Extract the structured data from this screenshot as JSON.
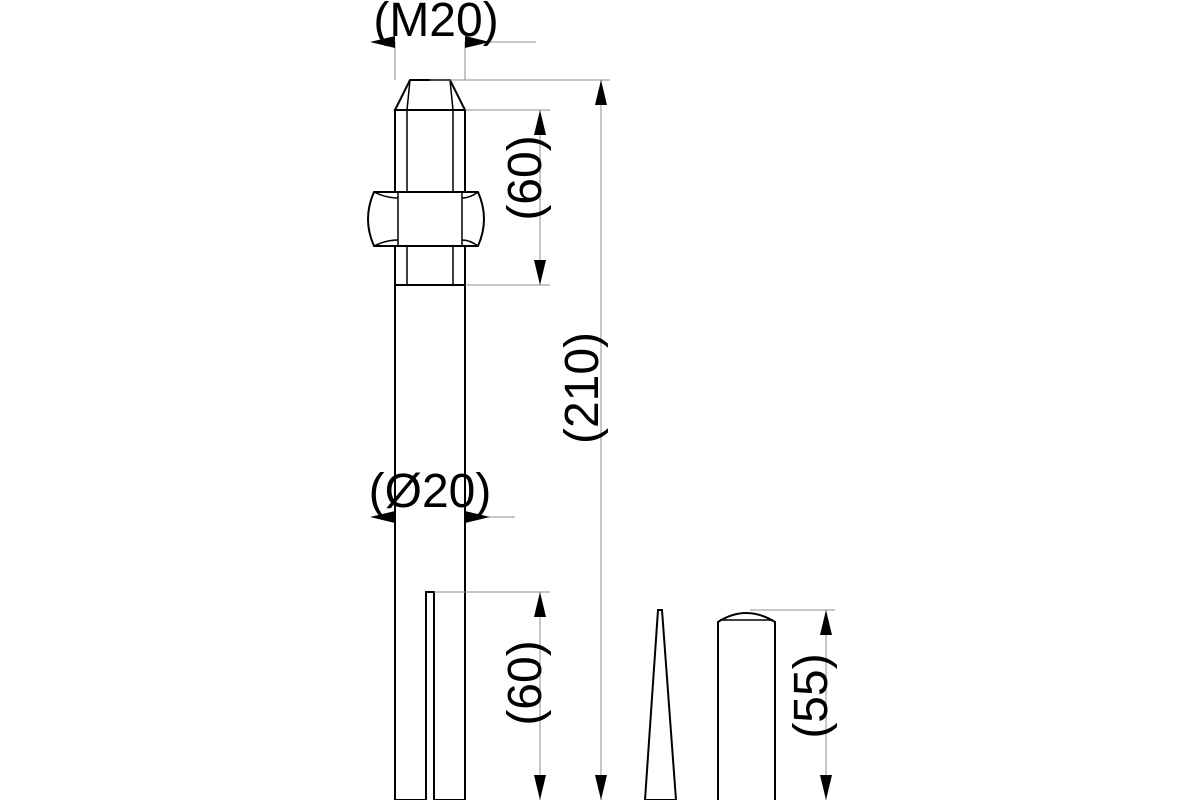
{
  "drawing": {
    "dimensions": {
      "thread": "(M20)",
      "thread_length": "(60)",
      "total_length": "(210)",
      "diameter": "(Ø20)",
      "slot_length": "(60)",
      "wedge_length": "(55)"
    },
    "colors": {
      "line": "#000000",
      "extension_line": "#8c8c8c",
      "background": "#ffffff"
    }
  }
}
